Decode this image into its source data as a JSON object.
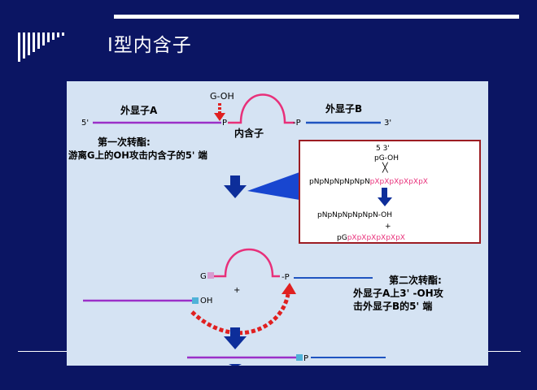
{
  "slide": {
    "title": "Ⅰ型内含子"
  },
  "colors": {
    "background": "#0b1563",
    "panel": "#d5e3f3",
    "exon_a": "#9b30c8",
    "exon_b": "#1f54c0",
    "intron": "#e8307a",
    "arrow_red": "#e02020",
    "arrow_blue": "#0d2e9a",
    "box_border": "#9c1c22"
  },
  "diagram": {
    "exon_a_label": "外显子A",
    "exon_b_label": "外显子B",
    "five_prime": "5'",
    "three_prime": "3'",
    "g_oh": "G-OH",
    "p": "P",
    "dash_p": "-P",
    "intron_label": "内含子",
    "step1_line1": "第一次转酯:",
    "step1_line2": "游离G上的OH攻击内含子的5' 端",
    "g_p": "G",
    "plus": "+",
    "oh": "OH",
    "step2_line1": "第二次转酯:",
    "step2_line2": "外显子A上3' -OH攻",
    "step2_line3": "击外显子B的5' 端",
    "inset": {
      "labels": "5    3'",
      "pg_oh": "pG-OH",
      "cross": "╳",
      "row1_black": "pNpNpNpNpNpN",
      "row1_pink": "pXpXpXpXpXpX",
      "row2": "pNpNpNpNpNpN-OH",
      "plus": "+",
      "row3_black": "pG",
      "row3_pink": "pXpXpXpXpXpX"
    }
  }
}
